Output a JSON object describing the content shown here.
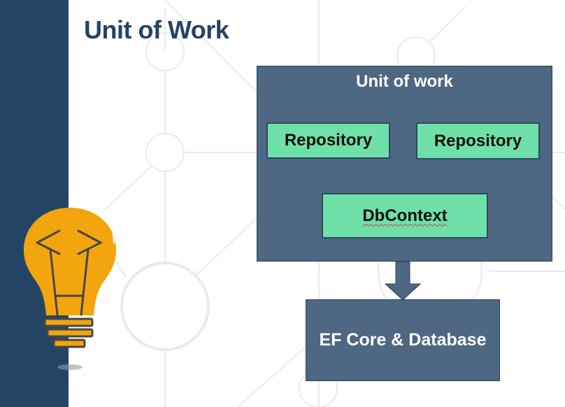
{
  "slide": {
    "title": "Unit of Work",
    "colors": {
      "sidebar": "#244466",
      "title_text": "#244466",
      "box_fill": "#4e6782",
      "component_fill": "#6ee0a8",
      "bulb": "#f2a50d"
    }
  },
  "diagram": {
    "container": {
      "label": "Unit of work"
    },
    "components": [
      {
        "label": "Repository"
      },
      {
        "label": "Repository"
      },
      {
        "label": "DbContext"
      }
    ],
    "arrow": {
      "from": "Unit of work",
      "to": "EF Core & Database",
      "direction": "down"
    },
    "target": {
      "label": "EF Core & Database"
    }
  },
  "decoration": {
    "illustration": "lightbulb-icon",
    "background": "network-pattern"
  }
}
